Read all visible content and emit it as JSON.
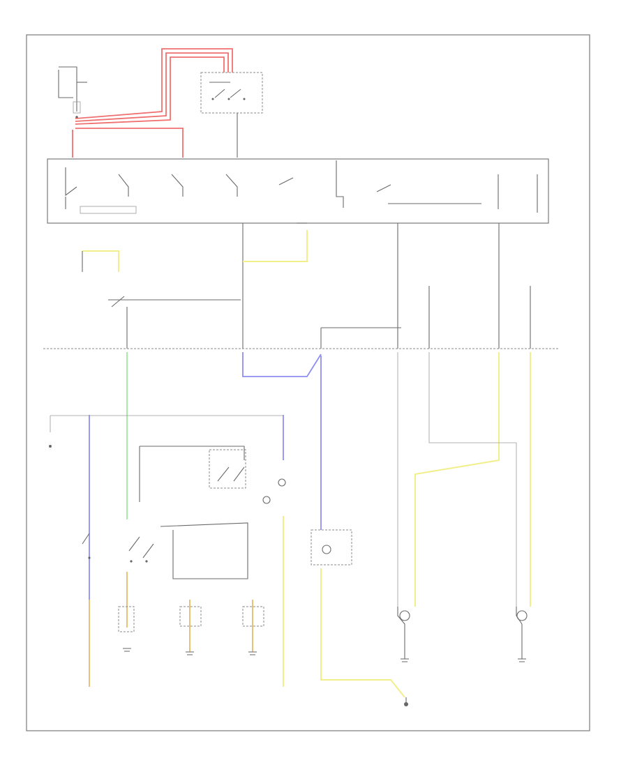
{
  "diagram": {
    "stamp": "",
    "components": [
      {
        "id": "fuse-block",
        "label": ""
      },
      {
        "id": "headlight-switch",
        "label": ""
      },
      {
        "id": "light-switch",
        "label": ""
      },
      {
        "id": "dimmer-switch",
        "label": ""
      },
      {
        "id": "fog-light-switch",
        "label": ""
      },
      {
        "id": "fog-light-relay",
        "label": ""
      },
      {
        "id": "instrument-cluster",
        "label": ""
      },
      {
        "id": "right-headlight",
        "label": ""
      },
      {
        "id": "left-headlight",
        "label": ""
      },
      {
        "id": "ground-point",
        "label": ""
      }
    ],
    "wire_colors": {
      "red": "#f07070",
      "blue": "#8e8ef0",
      "green": "#9ee69e",
      "yellow": "#f2ef8a",
      "orange": "#e6c27a",
      "black": "#6a6a6a"
    }
  }
}
